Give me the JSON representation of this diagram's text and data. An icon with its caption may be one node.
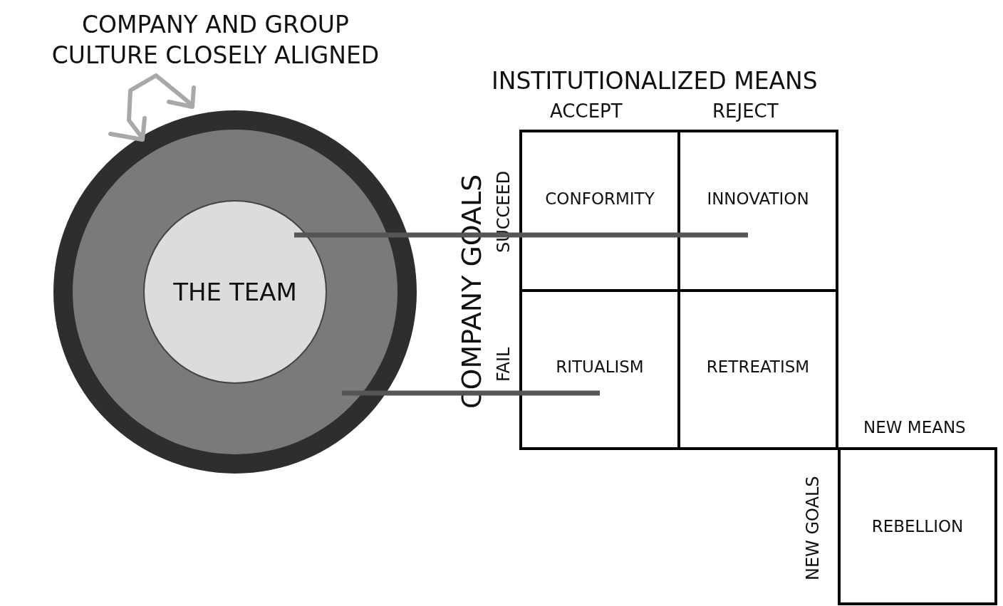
{
  "diagram": {
    "nodes": [
      {
        "text": [],
        "shape": "circle"
      },
      {
        "text": [],
        "shape": "circle",
        "in": 0
      },
      {
        "text": [
          "THE TEAM"
        ],
        "in": 1
      },
      {
        "text": [
          "CONFORMITY"
        ]
      },
      {
        "text": [
          "INNOVATION"
        ]
      },
      {
        "text": [
          "RITUALISM"
        ]
      },
      {
        "text": [
          "RETREATISM"
        ]
      },
      {
        "text": [
          "REBELLION"
        ]
      }
    ],
    "edges": [
      {
        "from": 2,
        "to": 4,
        "arrow": "none"
      },
      {
        "from": 1,
        "to": 5,
        "arrow": "none"
      }
    ],
    "labels": [
      "COMPANY AND GROUP CULTURE CLOSELY ALIGNED",
      "INSTITUTIONALIZED MEANS",
      "ACCEPT",
      "REJECT",
      "COMPANY GOALS",
      "SUCCEED",
      "FAIL",
      "NEW MEANS",
      "NEW GOALS"
    ]
  }
}
